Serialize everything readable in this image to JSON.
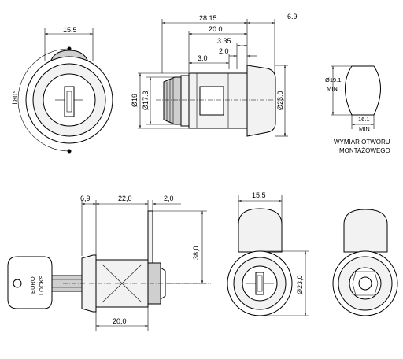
{
  "front_view": {
    "width": "15.5",
    "angle": "180°"
  },
  "side_view": {
    "overall": "28.15",
    "flange": "6.9",
    "body_len": "20.0",
    "a335": "3.35",
    "a20": "2.0",
    "a30": "3.0",
    "d19": "Ø19",
    "d17": "Ø17.3",
    "d23": "Ø23.0"
  },
  "hole": {
    "dia": "Ø19.1",
    "dia_min": "MIN",
    "width": "16.1",
    "width_min": "MIN",
    "caption_line1": "WYMIAR OTWORU",
    "caption_line2": "MONTAŻOWEGO"
  },
  "bottom_side": {
    "flange": "6,9",
    "len22": "22,0",
    "cam_t": "2,0",
    "cam_len": "38,0",
    "body20": "20,0",
    "key_brand_1": "EURO",
    "key_brand_2": "LOCKS"
  },
  "bottom_front": {
    "width": "15,5",
    "dia": "Ø23,0"
  }
}
